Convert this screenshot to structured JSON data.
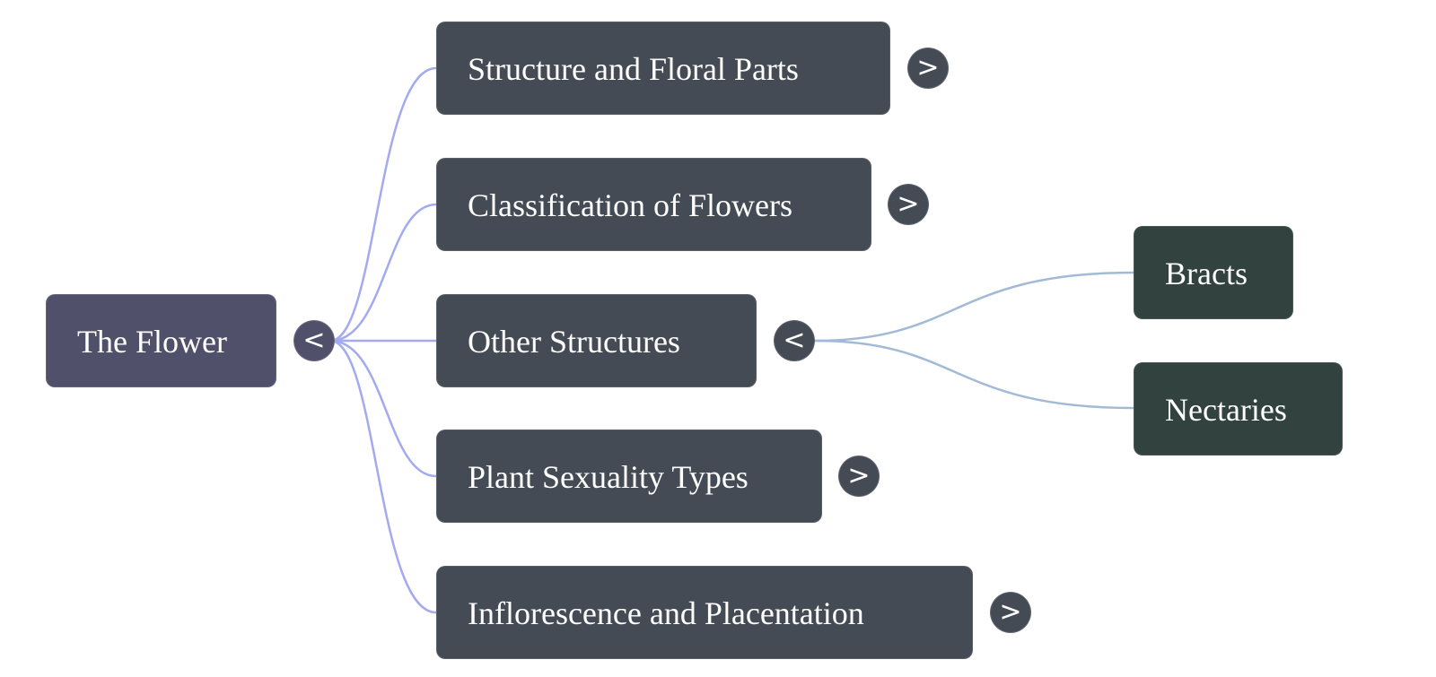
{
  "mindmap": {
    "root": {
      "label": "The Flower",
      "toggle_symbol": "<",
      "toggle_state": "expanded"
    },
    "children": [
      {
        "label": "Structure and Floral Parts",
        "toggle_symbol": ">",
        "toggle_state": "collapsed"
      },
      {
        "label": "Classification of Flowers",
        "toggle_symbol": ">",
        "toggle_state": "collapsed"
      },
      {
        "label": "Other Structures",
        "toggle_symbol": "<",
        "toggle_state": "expanded",
        "children": [
          {
            "label": "Bracts"
          },
          {
            "label": "Nectaries"
          }
        ]
      },
      {
        "label": "Plant Sexuality Types",
        "toggle_symbol": ">",
        "toggle_state": "collapsed"
      },
      {
        "label": "Inflorescence and Placentation",
        "toggle_symbol": ">",
        "toggle_state": "collapsed"
      }
    ],
    "colors": {
      "root_fill": "#50506a",
      "level1_fill": "#444b55",
      "level2_fill": "#32423e",
      "level1_edge": "#a3aaf0",
      "level2_edge": "#a2bad6",
      "text": "#ffffff"
    }
  }
}
